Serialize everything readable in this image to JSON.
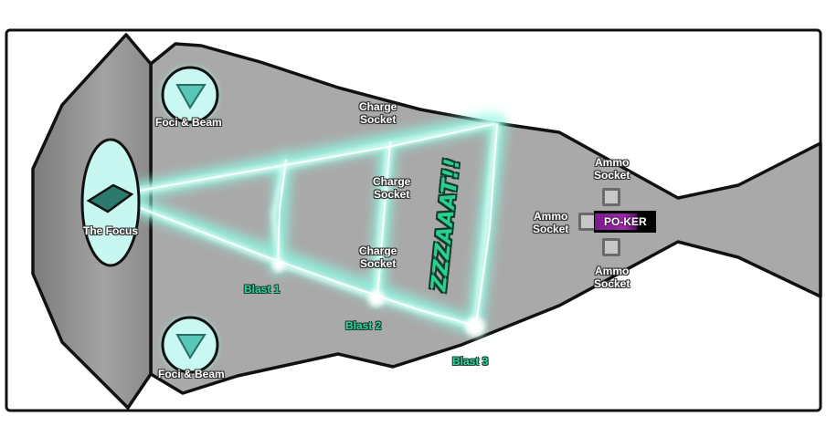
{
  "labels": {
    "foci_top": "Foci & Beam",
    "focus": "The Focus",
    "foci_bottom": "Foci & Beam",
    "charge_1": [
      "Charge",
      "Socket"
    ],
    "charge_2": [
      "Charge",
      "Socket"
    ],
    "charge_3": [
      "Charge",
      "Socket"
    ],
    "blast_1": "Blast 1",
    "blast_2": "Blast 2",
    "blast_3": "Blast 3",
    "zap": "ZZZAAAT!!",
    "ammo_top": [
      "Ammo",
      "Socket"
    ],
    "ammo_left": [
      "Ammo",
      "Socket"
    ],
    "ammo_bottom": [
      "Ammo",
      "Socket"
    ],
    "module": "PO-KER"
  },
  "icons": {
    "foci": "triangle-down-icon",
    "focus": "diamond-icon"
  },
  "colors": {
    "hull": "#a8a8a8",
    "hull_dark": "#8c8c8c",
    "outline": "#111111",
    "beam_glow": "#7ff5dc",
    "lens": "#c9f7f1",
    "lens_icon": "#4fc6b6",
    "blast_text": "#2fd39a",
    "module_accent": "#8e239c"
  }
}
